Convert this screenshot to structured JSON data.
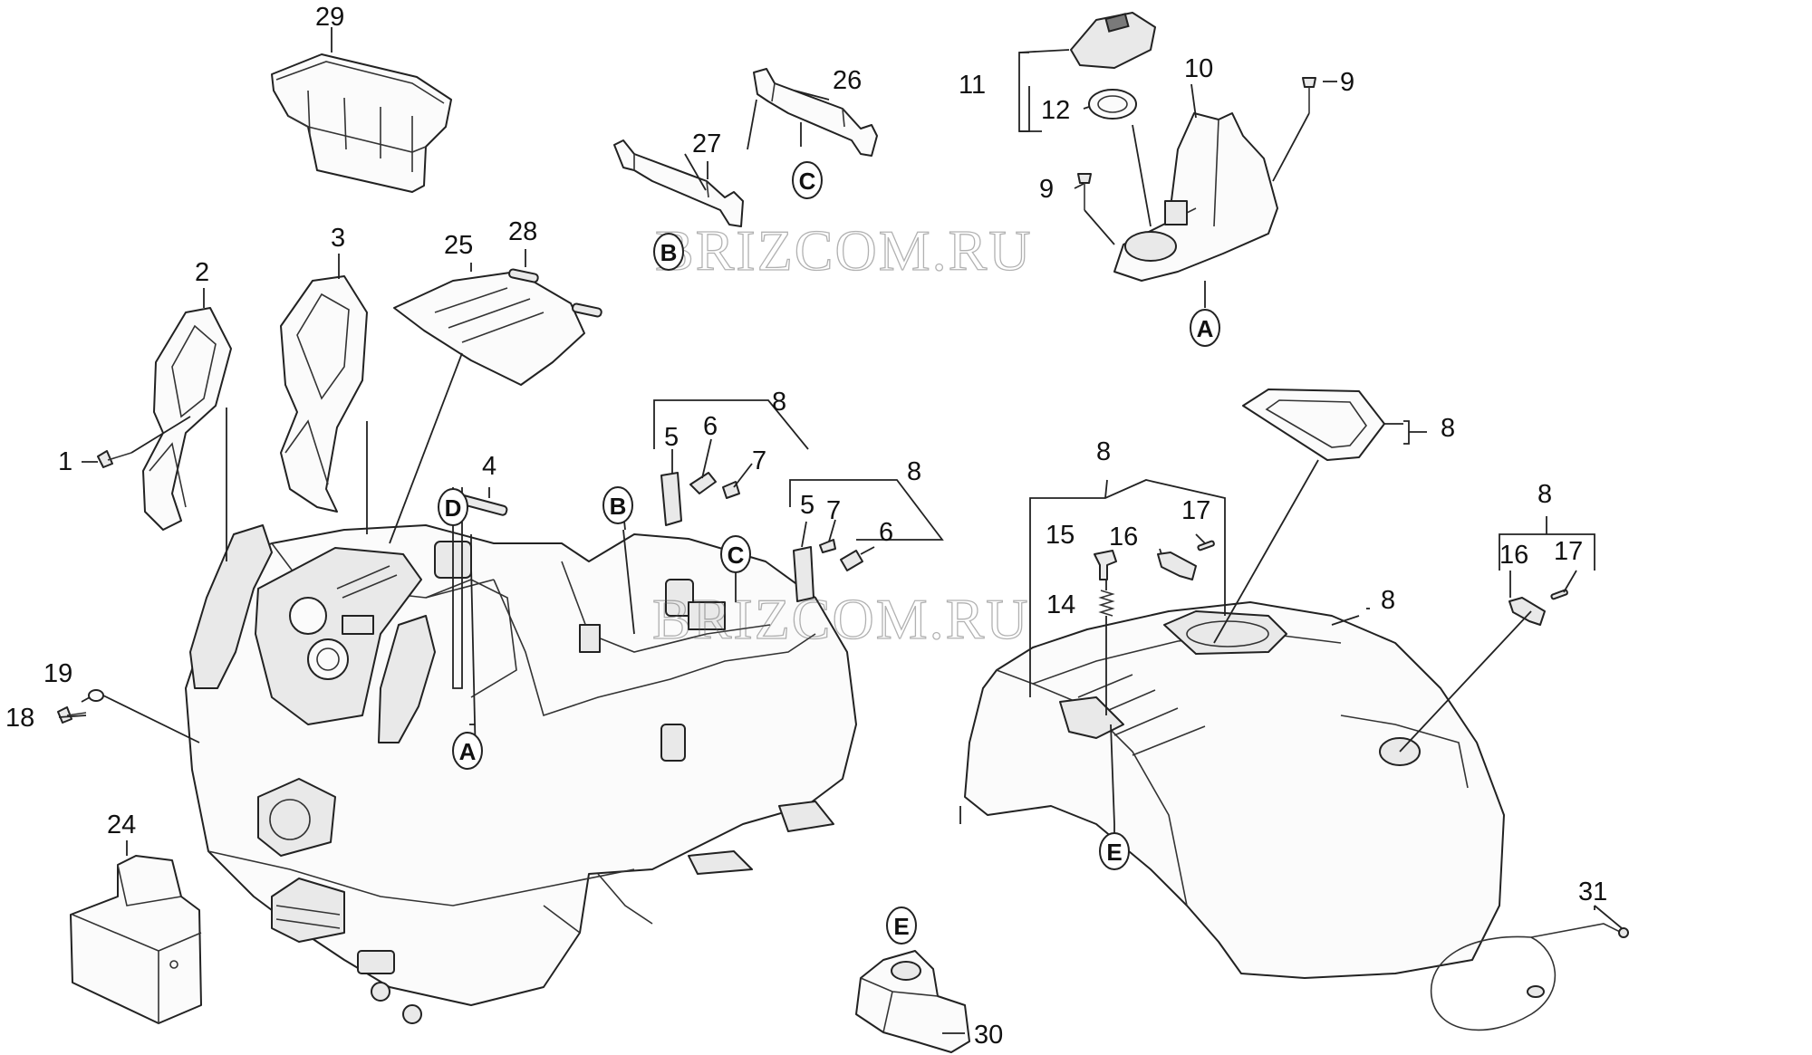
{
  "watermark": "BRIZCOM.RU",
  "callouts": {
    "n1": "1",
    "n2": "2",
    "n3": "3",
    "n4": "4",
    "n5a": "5",
    "n5b": "5",
    "n6a": "6",
    "n6b": "6",
    "n7a": "7",
    "n7b": "7",
    "n8a": "8",
    "n8b": "8",
    "n8c": "8",
    "n8d": "8",
    "n8e": "8",
    "n8f": "8",
    "n9a": "9",
    "n9b": "9",
    "n10": "10",
    "n11": "11",
    "n12": "12",
    "n14": "14",
    "n15": "15",
    "n16a": "16",
    "n16b": "16",
    "n17a": "17",
    "n17b": "17",
    "n18": "18",
    "n19": "19",
    "n24": "24",
    "n25": "25",
    "n26": "26",
    "n27": "27",
    "n28": "28",
    "n29": "29",
    "n30": "30",
    "n31": "31"
  },
  "ref_letters": {
    "a_top": "A",
    "a_body": "A",
    "b_top": "B",
    "b_body": "B",
    "c_top": "C",
    "c_body": "C",
    "d_body": "D",
    "e_hood": "E",
    "e_part30": "E"
  }
}
